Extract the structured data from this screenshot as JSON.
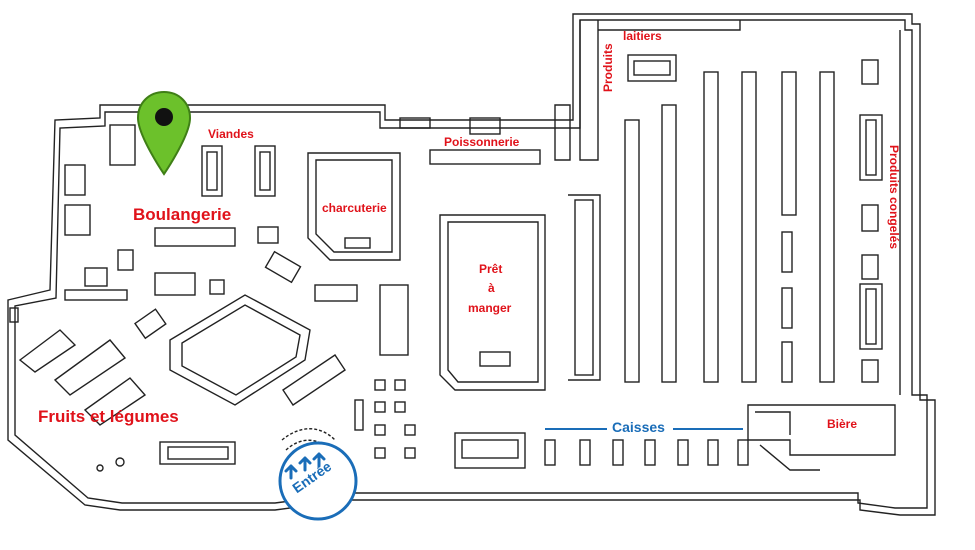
{
  "map": {
    "labels": {
      "viandes": "Viandes",
      "boulangerie": "Boulangerie",
      "poissonnerie": "Poissonnerie",
      "charcuterie": "charcuterie",
      "pret_line1": "Prêt",
      "pret_line2": "à",
      "pret_line3": "manger",
      "fruits_legumes": "Fruits et légumes",
      "produits": "Produits",
      "laitiers": "laitiers",
      "produits_congeles": "Produits congelés",
      "caisses": "Caisses",
      "biere": "Bière",
      "entree": "Entrée"
    },
    "colors": {
      "label_red": "#e0121a",
      "accent_blue": "#1a6db8",
      "pin_green": "#6cc12b",
      "walls": "#222222"
    },
    "icons": {
      "location_pin": "location-pin-icon",
      "entrance_arrows": "entrance-arrows-icon"
    }
  }
}
